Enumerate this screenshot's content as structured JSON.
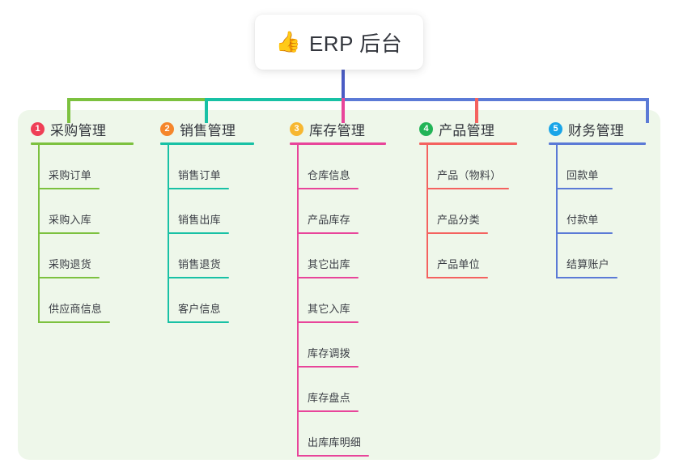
{
  "title": {
    "emoji": "👍",
    "emoji_name": "thumbs-up-icon",
    "text": "ERP 后台"
  },
  "palette": {
    "panel_bg": "#eef7ea",
    "page_bg": "#ffffff",
    "trunk": "#4a5cc4",
    "green": "#7cc13f",
    "teal": "#18c1a5",
    "pink": "#e8459a",
    "red": "#f4625f",
    "blue": "#5b7ad6",
    "text": "#33363d"
  },
  "columns": [
    {
      "index": "1",
      "badge_color": "#ef3f56",
      "line_color": "#7cc13f",
      "title": "采购管理",
      "items": [
        {
          "label": "采购订单"
        },
        {
          "label": "采购入库"
        },
        {
          "label": "采购退货"
        },
        {
          "label": "供应商信息"
        }
      ]
    },
    {
      "index": "2",
      "badge_color": "#f5862b",
      "line_color": "#18c1a5",
      "title": "销售管理",
      "items": [
        {
          "label": "销售订单"
        },
        {
          "label": "销售出库"
        },
        {
          "label": "销售退货"
        },
        {
          "label": "客户信息"
        }
      ]
    },
    {
      "index": "3",
      "badge_color": "#f7b731",
      "line_color": "#e8459a",
      "title": "库存管理",
      "items": [
        {
          "label": "仓库信息"
        },
        {
          "label": "产品库存"
        },
        {
          "label": "其它出库"
        },
        {
          "label": "其它入库"
        },
        {
          "label": "库存调拨"
        },
        {
          "label": "库存盘点"
        },
        {
          "label": "出库库明细"
        }
      ]
    },
    {
      "index": "4",
      "badge_color": "#22b457",
      "line_color": "#f4625f",
      "title": "产品管理",
      "items": [
        {
          "label": "产品（物料）"
        },
        {
          "label": "产品分类"
        },
        {
          "label": "产品单位"
        }
      ]
    },
    {
      "index": "5",
      "badge_color": "#19a5e8",
      "line_color": "#5b7ad6",
      "title": "财务管理",
      "items": [
        {
          "label": "回款单"
        },
        {
          "label": "付款单"
        },
        {
          "label": "结算账户"
        }
      ]
    }
  ]
}
